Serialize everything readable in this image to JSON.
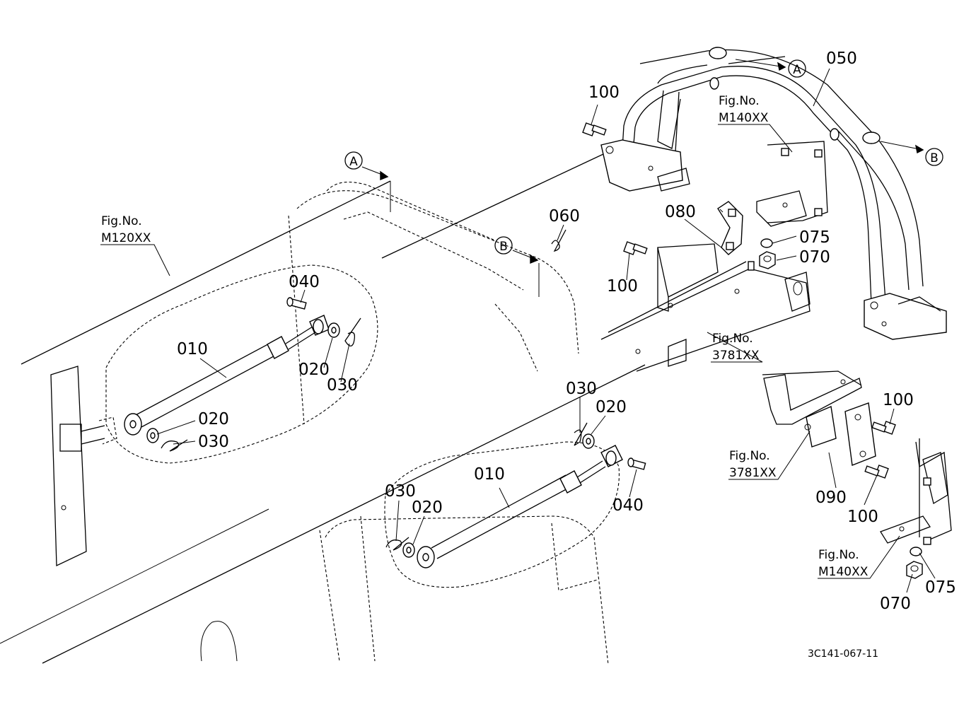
{
  "diagram": {
    "reference_code": "3C141-067-11",
    "part_labels": [
      {
        "id": "p1",
        "text": "100"
      },
      {
        "id": "p2",
        "text": "050"
      },
      {
        "id": "p3",
        "text": "080"
      },
      {
        "id": "p4",
        "text": "075"
      },
      {
        "id": "p5",
        "text": "070"
      },
      {
        "id": "p6",
        "text": "100"
      },
      {
        "id": "p7",
        "text": "060"
      },
      {
        "id": "p8",
        "text": "040"
      },
      {
        "id": "p9",
        "text": "010"
      },
      {
        "id": "p10",
        "text": "020"
      },
      {
        "id": "p11",
        "text": "030"
      },
      {
        "id": "p12",
        "text": "020"
      },
      {
        "id": "p13",
        "text": "030"
      },
      {
        "id": "p14",
        "text": "030"
      },
      {
        "id": "p15",
        "text": "020"
      },
      {
        "id": "p16",
        "text": "010"
      },
      {
        "id": "p17",
        "text": "040"
      },
      {
        "id": "p18",
        "text": "030"
      },
      {
        "id": "p19",
        "text": "020"
      },
      {
        "id": "p20",
        "text": "100"
      },
      {
        "id": "p21",
        "text": "090"
      },
      {
        "id": "p22",
        "text": "100"
      },
      {
        "id": "p23",
        "text": "070"
      },
      {
        "id": "p24",
        "text": "075"
      }
    ],
    "fig_refs": [
      {
        "id": "f1",
        "line1": "Fig.No.",
        "line2": "M140XX"
      },
      {
        "id": "f2",
        "line1": "Fig.No.",
        "line2": "M120XX"
      },
      {
        "id": "f3",
        "line1": "Fig.No.",
        "line2": "3781XX"
      },
      {
        "id": "f4",
        "line1": "Fig.No.",
        "line2": "3781XX"
      },
      {
        "id": "f5",
        "line1": "Fig.No.",
        "line2": "M140XX"
      }
    ],
    "callouts": [
      {
        "id": "cA1",
        "text": "A"
      },
      {
        "id": "cB1",
        "text": "B"
      },
      {
        "id": "cA2",
        "text": "A"
      },
      {
        "id": "cB2",
        "text": "B"
      }
    ]
  }
}
